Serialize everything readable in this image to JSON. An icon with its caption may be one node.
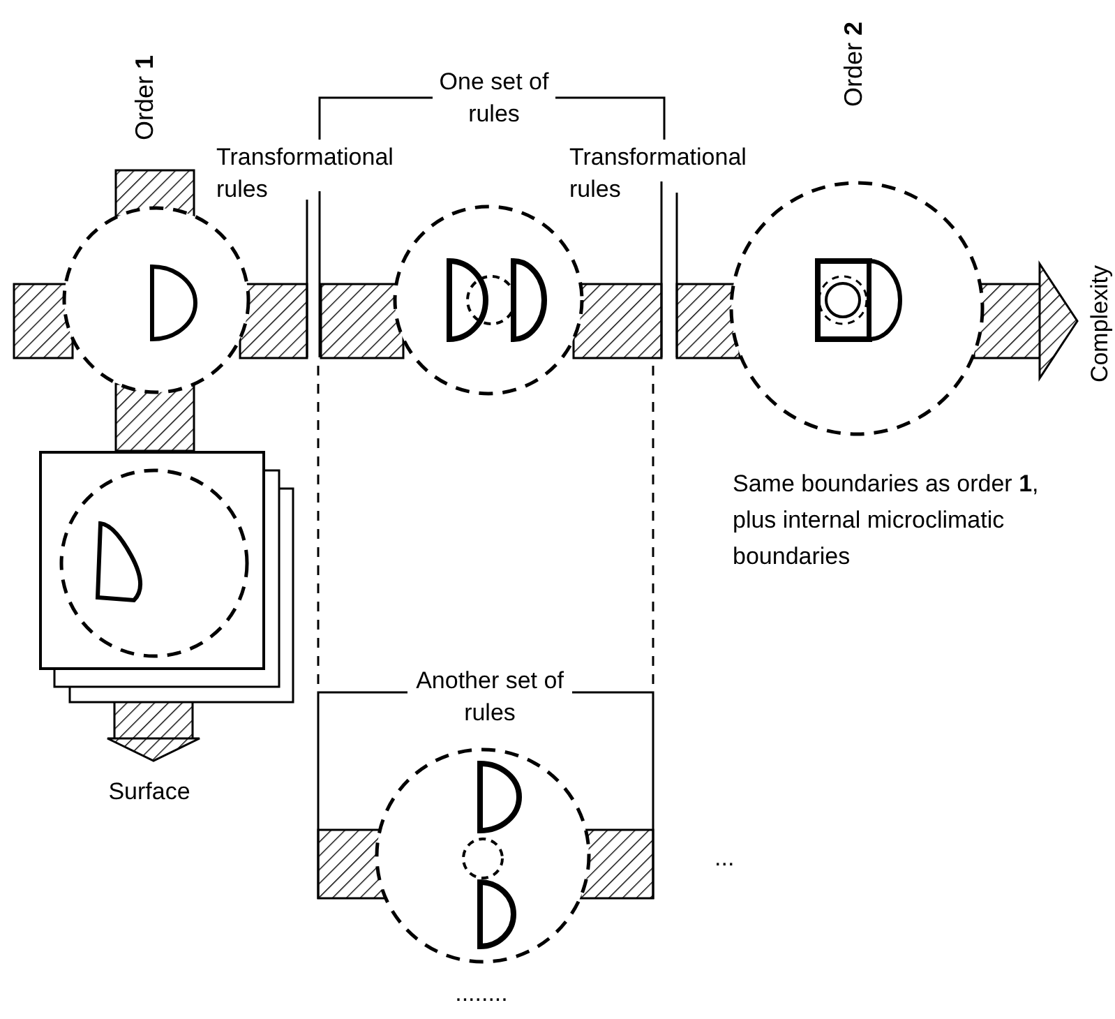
{
  "diagram": {
    "nodes": [
      {
        "text": [],
        "shape": "circle",
        "beside": [
          "Order **1**"
        ]
      },
      {
        "text": [],
        "shape": "circle"
      },
      {
        "text": [],
        "shape": "circle",
        "beside": [
          "Order **2**",
          "Same boundaries as order **1**, plus internal microclimatic boundaries"
        ]
      },
      {
        "text": [],
        "shape": "box"
      },
      {
        "text": [],
        "shape": "circle",
        "in": 3
      },
      {
        "text": [],
        "shape": "circle"
      }
    ],
    "edges": [
      {
        "from": null,
        "to": 0,
        "arrow": "none"
      },
      {
        "from": null,
        "to": 0,
        "arrow": "none"
      },
      {
        "from": 0,
        "to": 1,
        "arrow": "none"
      },
      {
        "from": 1,
        "to": 2,
        "arrow": "none"
      },
      {
        "from": 2,
        "to": null,
        "arrow": "to",
        "label": "Complexity"
      },
      {
        "from": 0,
        "to": 3,
        "arrow": "none"
      },
      {
        "from": 3,
        "to": null,
        "arrow": "to",
        "label": "Surface"
      },
      {
        "from": null,
        "to": 5,
        "arrow": "none"
      },
      {
        "from": 5,
        "to": null,
        "arrow": "none"
      }
    ],
    "labels": [
      "One set of rules",
      "Transformational rules",
      "Transformational rules",
      "Another set of rules",
      "...",
      "........"
    ]
  }
}
